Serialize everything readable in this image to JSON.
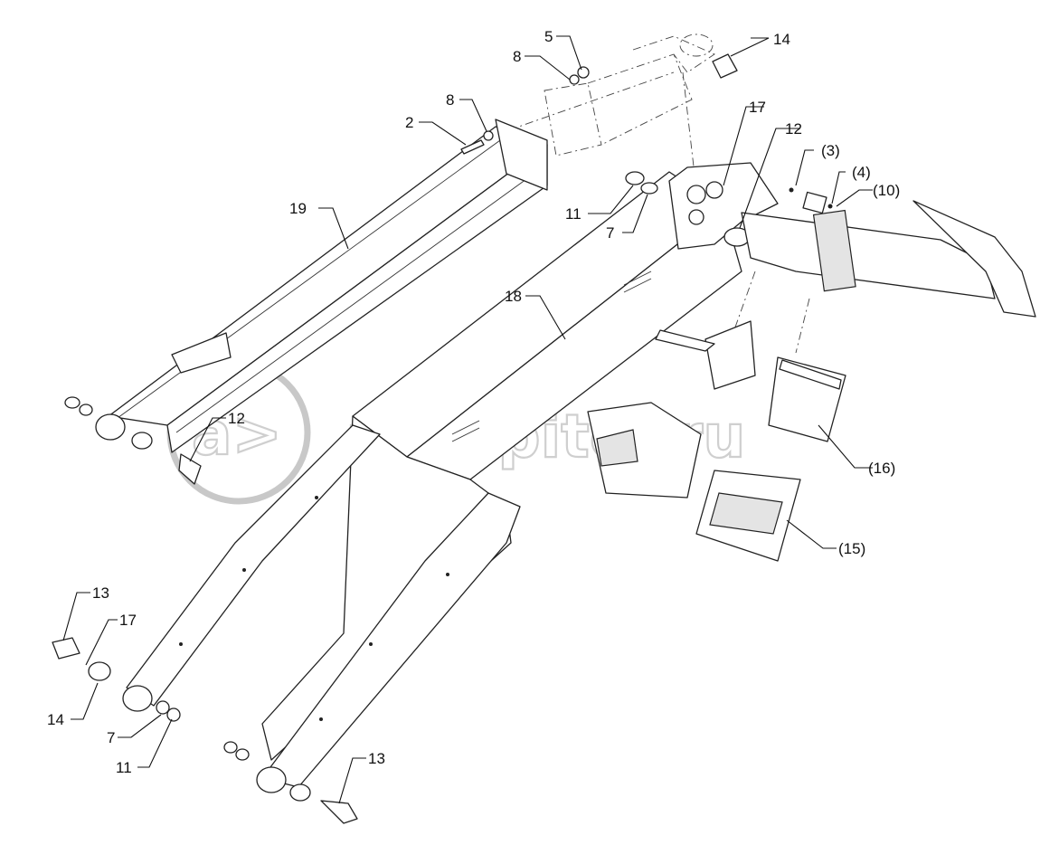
{
  "figure": {
    "title": "Loader boom assembly exploded view",
    "watermark": "autopiter.ru",
    "watermark_logo": "a>"
  },
  "callouts": [
    {
      "id": "c1",
      "label": "5"
    },
    {
      "id": "c2",
      "label": "8"
    },
    {
      "id": "c3",
      "label": "14"
    },
    {
      "id": "c4",
      "label": "8"
    },
    {
      "id": "c5",
      "label": "2"
    },
    {
      "id": "c6",
      "label": "17"
    },
    {
      "id": "c7",
      "label": "12"
    },
    {
      "id": "c8",
      "label": "(3)"
    },
    {
      "id": "c9",
      "label": "(4)"
    },
    {
      "id": "c10",
      "label": "(10)"
    },
    {
      "id": "c11",
      "label": "19"
    },
    {
      "id": "c12",
      "label": "11"
    },
    {
      "id": "c13",
      "label": "7"
    },
    {
      "id": "c14",
      "label": "18"
    },
    {
      "id": "c15",
      "label": "12"
    },
    {
      "id": "c16",
      "label": "(16)"
    },
    {
      "id": "c17",
      "label": "(15)"
    },
    {
      "id": "c18",
      "label": "13"
    },
    {
      "id": "c19",
      "label": "17"
    },
    {
      "id": "c20",
      "label": "14"
    },
    {
      "id": "c21",
      "label": "7"
    },
    {
      "id": "c22",
      "label": "11"
    },
    {
      "id": "c23",
      "label": "13"
    }
  ]
}
